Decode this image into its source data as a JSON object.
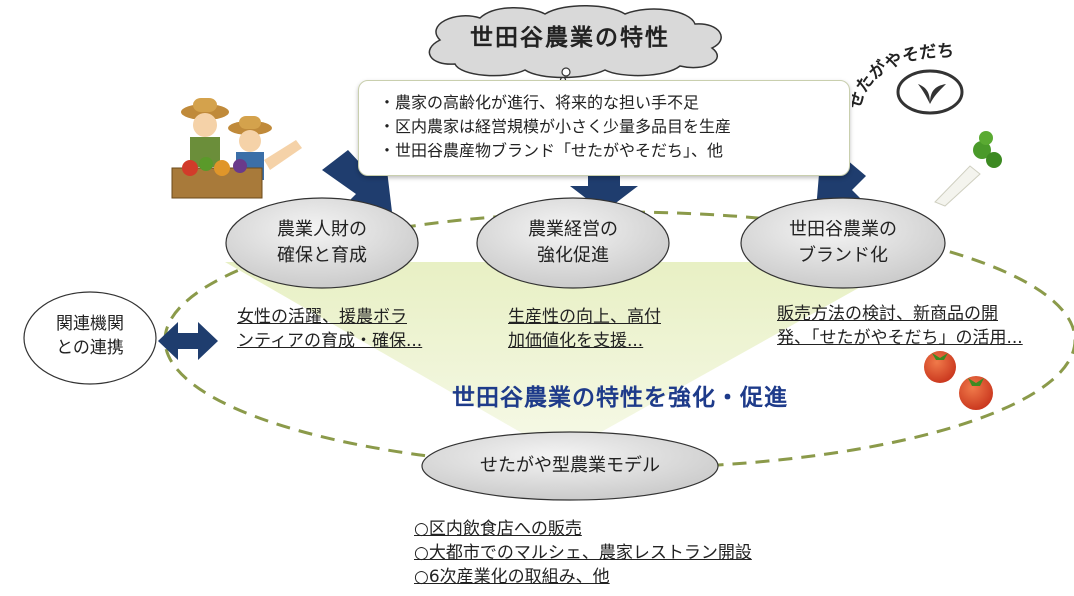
{
  "title": "世田谷農業の特性",
  "traits": [
    "・農家の高齢化が進行、将来的な担い手不足",
    "・区内農家は経営規模が小さく少量多品目を生産",
    "・世田谷農産物ブランド「せたがやそだち」、他"
  ],
  "pillars": [
    {
      "label": "農業人財の\n確保と育成",
      "detail": "女性の活躍、援農ボラ\nンティアの育成・確保..."
    },
    {
      "label": "農業経営の\n強化促進",
      "detail": "生産性の向上、高付\n加価値化を支援..."
    },
    {
      "label": "世田谷農業の\nブランド化",
      "detail": "販売方法の検討、新商品の開\n発、「せたがやそだち」の活用..."
    }
  ],
  "partner": "関連機関\nとの連携",
  "main_message": "世田谷農業の特性を強化・促進",
  "model": "せたがや型農業モデル",
  "model_items": [
    "○区内飲食店への販売",
    "○大都市でのマルシェ、農家レストラン開設",
    "○6次産業化の取組み、他"
  ],
  "logo_text": "せたがやそだち",
  "colors": {
    "arrow": "#1f3d6e",
    "oval": "#d9d9d9",
    "dash": "#8b9a4a",
    "triangle": "#e6efbf",
    "main_text": "#1e3b8a"
  }
}
